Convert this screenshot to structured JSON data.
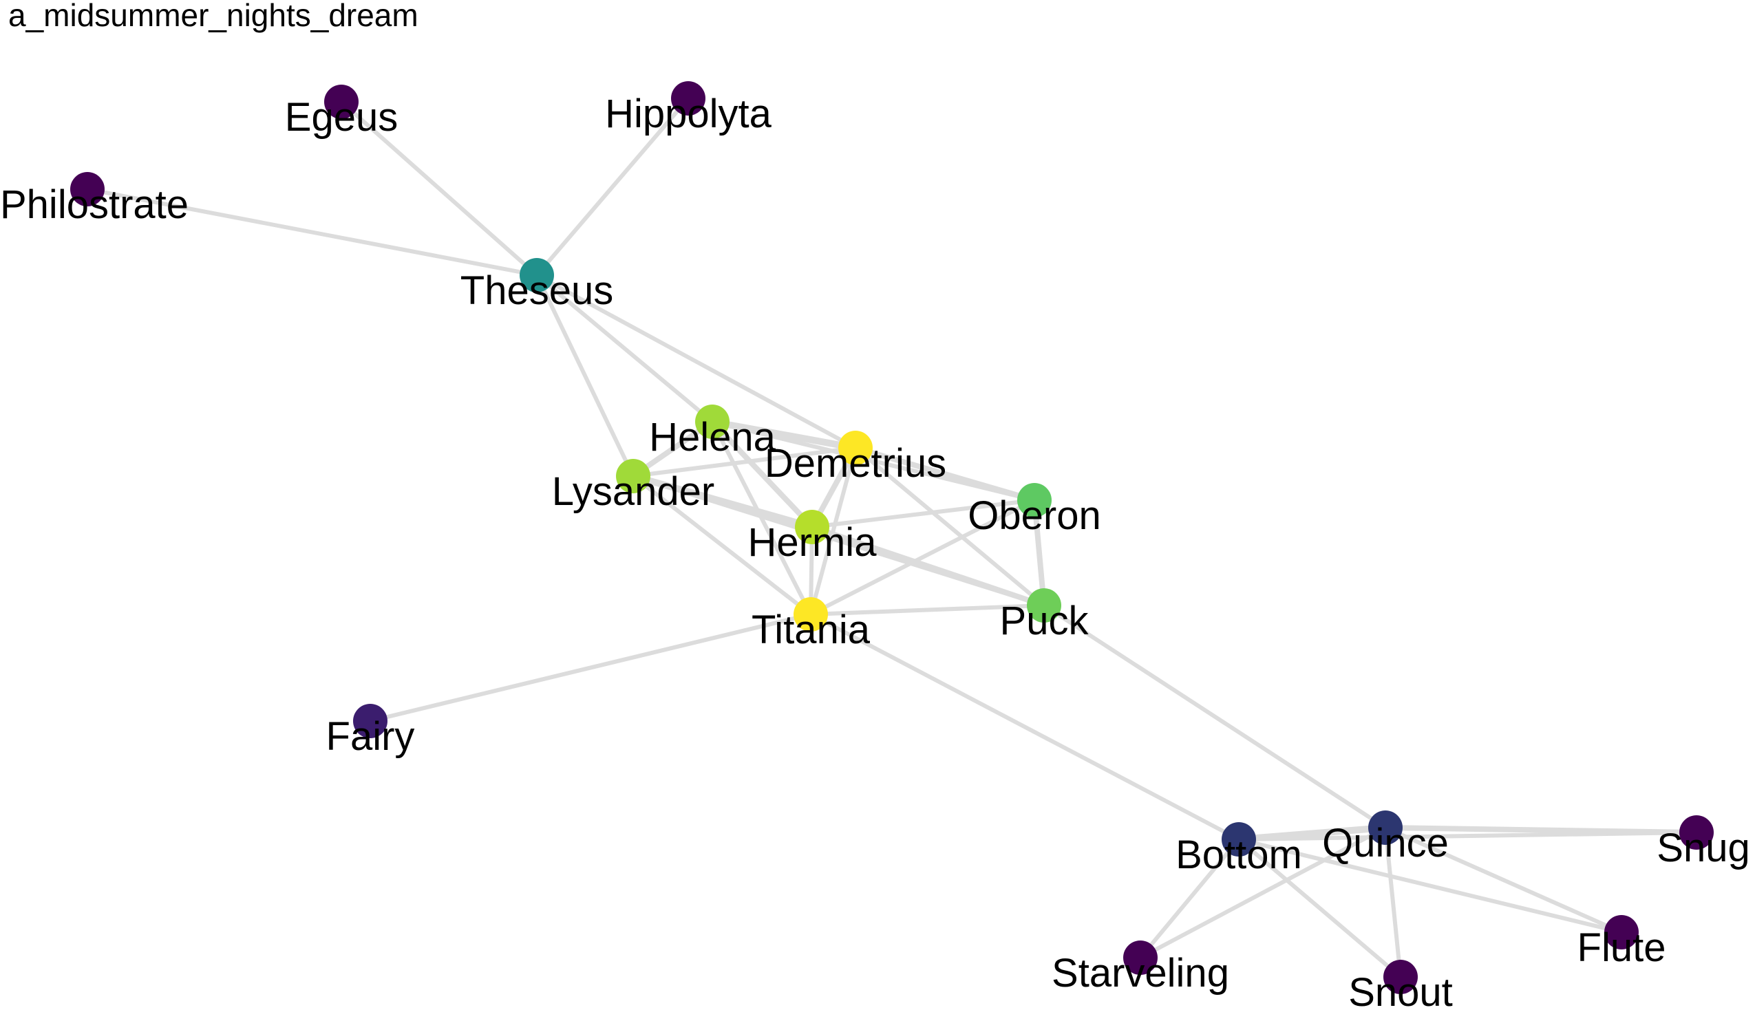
{
  "title": "a_midsummer_nights_dream",
  "nodes": [
    {
      "id": "Egeus",
      "label": "Egeus",
      "color": "#440154"
    },
    {
      "id": "Hippolyta",
      "label": "Hippolyta",
      "color": "#440154"
    },
    {
      "id": "Philostrate",
      "label": "Philostrate",
      "color": "#440154"
    },
    {
      "id": "Theseus",
      "label": "Theseus",
      "color": "#21918c"
    },
    {
      "id": "Helena",
      "label": "Helena",
      "color": "#a0da39"
    },
    {
      "id": "Demetrius",
      "label": "Demetrius",
      "color": "#fde725"
    },
    {
      "id": "Lysander",
      "label": "Lysander",
      "color": "#a0da39"
    },
    {
      "id": "Oberon",
      "label": "Oberon",
      "color": "#5ec962"
    },
    {
      "id": "Hermia",
      "label": "Hermia",
      "color": "#b5de2b"
    },
    {
      "id": "Titania",
      "label": "Titania",
      "color": "#fde725"
    },
    {
      "id": "Puck",
      "label": "Puck",
      "color": "#6ece58"
    },
    {
      "id": "Fairy",
      "label": "Fairy",
      "color": "#3b1d6e"
    },
    {
      "id": "Quince",
      "label": "Quince",
      "color": "#2c3670"
    },
    {
      "id": "Bottom",
      "label": "Bottom",
      "color": "#2c3670"
    },
    {
      "id": "Snug",
      "label": "Snug",
      "color": "#440154"
    },
    {
      "id": "Flute",
      "label": "Flute",
      "color": "#440154"
    },
    {
      "id": "Starveling",
      "label": "Starveling",
      "color": "#440154"
    },
    {
      "id": "Snout",
      "label": "Snout",
      "color": "#440154"
    }
  ],
  "edges": [
    [
      "Egeus",
      "Theseus",
      1
    ],
    [
      "Hippolyta",
      "Theseus",
      1
    ],
    [
      "Philostrate",
      "Theseus",
      1
    ],
    [
      "Theseus",
      "Demetrius",
      1
    ],
    [
      "Theseus",
      "Lysander",
      1
    ],
    [
      "Theseus",
      "Helena",
      1
    ],
    [
      "Helena",
      "Demetrius",
      3
    ],
    [
      "Helena",
      "Lysander",
      2
    ],
    [
      "Helena",
      "Hermia",
      2
    ],
    [
      "Helena",
      "Titania",
      1
    ],
    [
      "Helena",
      "Oberon",
      1
    ],
    [
      "Demetrius",
      "Lysander",
      1
    ],
    [
      "Demetrius",
      "Hermia",
      2
    ],
    [
      "Demetrius",
      "Titania",
      1
    ],
    [
      "Demetrius",
      "Oberon",
      2
    ],
    [
      "Demetrius",
      "Puck",
      1
    ],
    [
      "Lysander",
      "Hermia",
      3
    ],
    [
      "Lysander",
      "Titania",
      1
    ],
    [
      "Lysander",
      "Puck",
      1
    ],
    [
      "Hermia",
      "Oberon",
      1
    ],
    [
      "Hermia",
      "Titania",
      1
    ],
    [
      "Hermia",
      "Puck",
      2
    ],
    [
      "Oberon",
      "Puck",
      2
    ],
    [
      "Oberon",
      "Titania",
      1
    ],
    [
      "Titania",
      "Puck",
      1
    ],
    [
      "Titania",
      "Fairy",
      1
    ],
    [
      "Titania",
      "Bottom",
      1
    ],
    [
      "Puck",
      "Quince",
      1
    ],
    [
      "Bottom",
      "Quince",
      3
    ],
    [
      "Bottom",
      "Snug",
      1
    ],
    [
      "Bottom",
      "Flute",
      1
    ],
    [
      "Bottom",
      "Snout",
      1
    ],
    [
      "Bottom",
      "Starveling",
      1
    ],
    [
      "Quince",
      "Snug",
      2
    ],
    [
      "Quince",
      "Flute",
      1
    ],
    [
      "Quince",
      "Snout",
      1
    ],
    [
      "Quince",
      "Starveling",
      1
    ]
  ]
}
